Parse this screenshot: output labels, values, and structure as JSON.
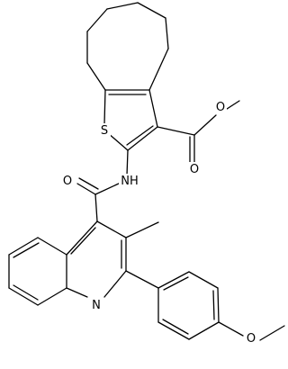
{
  "molecule": {
    "atom_labels": {
      "S": "S",
      "O_ester_carbonyl": "O",
      "O_ester_ether": "O",
      "O_amide": "O",
      "NH": "NH",
      "N_quinoline": "N",
      "O_methoxy": "O"
    }
  }
}
